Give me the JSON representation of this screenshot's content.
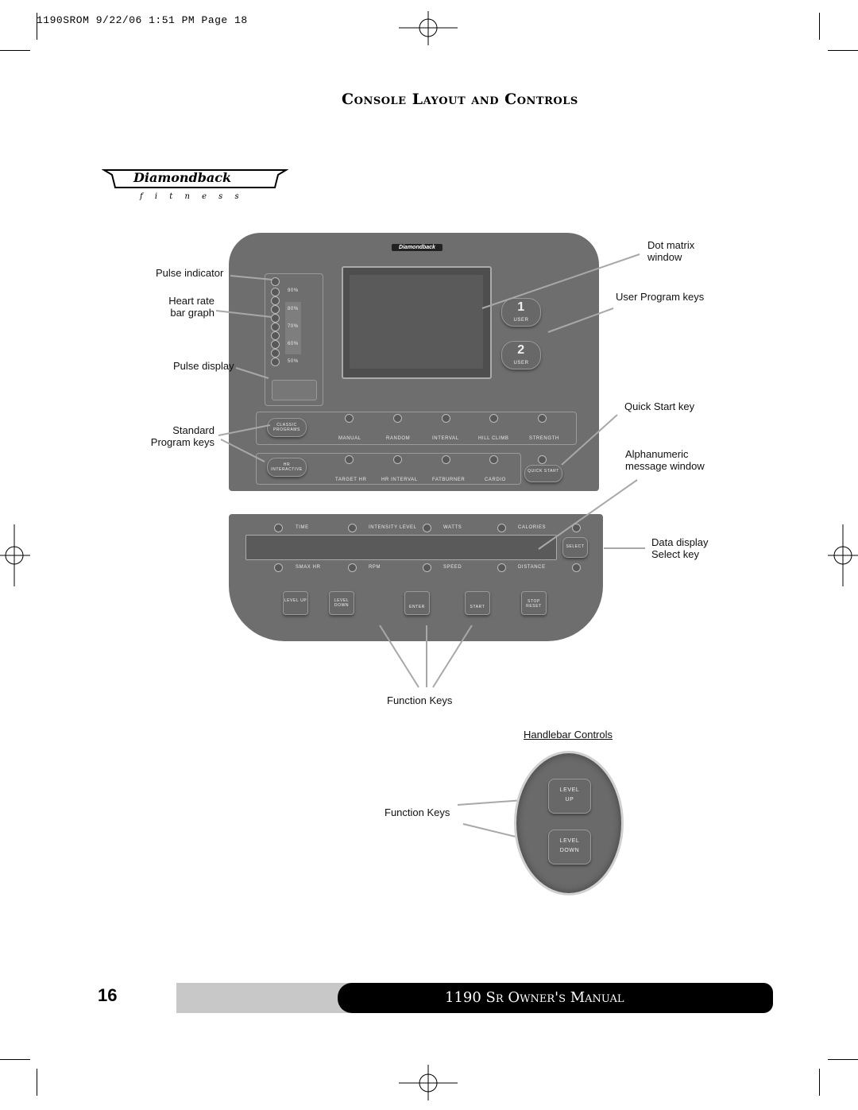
{
  "print_header": "1190SROM  9/22/06  1:51 PM  Page 18",
  "section_title": "Console Layout and Controls",
  "logo": {
    "brand": "Diamondback",
    "sub": "f i t n e s s"
  },
  "console": {
    "brand": "Diamondback",
    "hr_levels": [
      "90%",
      "80%",
      "70%",
      "60%",
      "50%"
    ],
    "user_keys": [
      {
        "num": "1",
        "label": "USER"
      },
      {
        "num": "2",
        "label": "USER"
      }
    ],
    "program_keys_row1": {
      "button": "CLASSIC PROGRAMS",
      "items": [
        "MANUAL",
        "RANDOM",
        "INTERVAL",
        "HILL CLIMB",
        "STRENGTH"
      ]
    },
    "program_keys_row2": {
      "button": "HR INTERACTIVE",
      "items": [
        "TARGET HR",
        "HR INTERVAL",
        "FATBURNER",
        "CARDIO"
      ],
      "quick_start": "QUICK START"
    },
    "display_top": [
      "TIME",
      "INTENSITY LEVEL",
      "WATTS",
      "CALORIES"
    ],
    "display_bottom": [
      "SMAX HR",
      "RPM",
      "SPEED",
      "DISTANCE"
    ],
    "select_label": "SELECT",
    "function_keys": [
      "LEVEL UP",
      "LEVEL DOWN",
      "ENTER",
      "START",
      "STOP RESET"
    ]
  },
  "callouts": {
    "pulse_indicator": "Pulse indicator",
    "heart_rate_1": "Heart rate",
    "heart_rate_2": "bar graph",
    "pulse_display": "Pulse display",
    "standard_1": "Standard",
    "standard_2": "Program keys",
    "dot_matrix_1": "Dot matrix",
    "dot_matrix_2": "window",
    "user_program": "User Program keys",
    "quick_start": "Quick Start key",
    "alpha_1": "Alphanumeric",
    "alpha_2": "message window",
    "data_display_1": "Data display",
    "data_display_2": "Select key",
    "function_keys": "Function Keys",
    "handlebar_title": "Handlebar Controls",
    "handlebar_function_keys": "Function Keys",
    "handlebar_up_1": "LEVEL",
    "handlebar_up_2": "UP",
    "handlebar_down_1": "LEVEL",
    "handlebar_down_2": "DOWN"
  },
  "footer": {
    "page_number": "16",
    "manual_title": "1190 Sr Owner's Manual"
  }
}
